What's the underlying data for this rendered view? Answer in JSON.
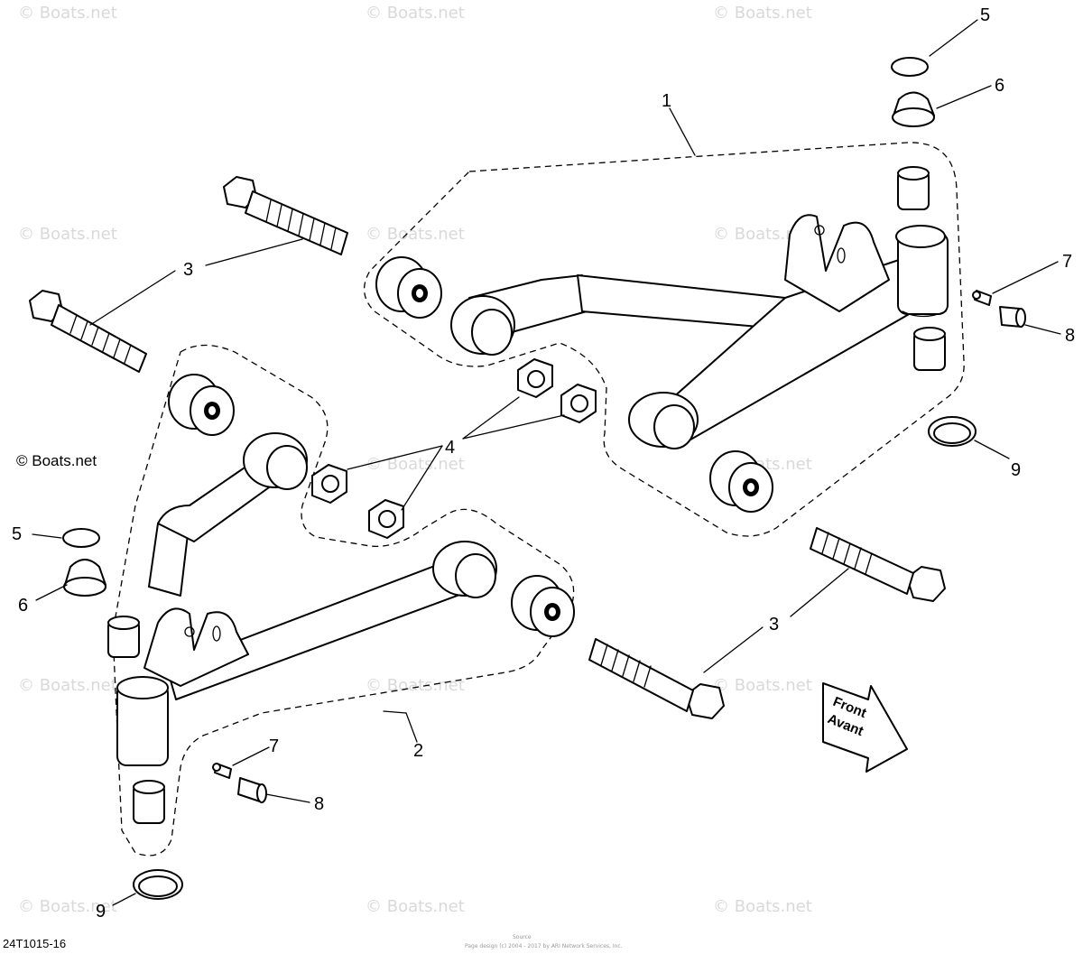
{
  "watermark": "© Boats.net",
  "copyright_label": "© Boats.net",
  "drawing_code": "24T1015-16",
  "footer_small_1": "Source",
  "footer_small_2": "Page design (c) 2004 - 2017 by ARI Network Services, Inc.",
  "direction_arrow": {
    "line1": "Front",
    "line2": "Avant"
  },
  "callouts": {
    "c1": "1",
    "c2": "2",
    "c3a": "3",
    "c3b": "3",
    "c4": "4",
    "c5a": "5",
    "c5b": "5",
    "c6a": "6",
    "c6b": "6",
    "c7a": "7",
    "c7b": "7",
    "c8a": "8",
    "c8b": "8",
    "c9a": "9",
    "c9b": "9"
  }
}
